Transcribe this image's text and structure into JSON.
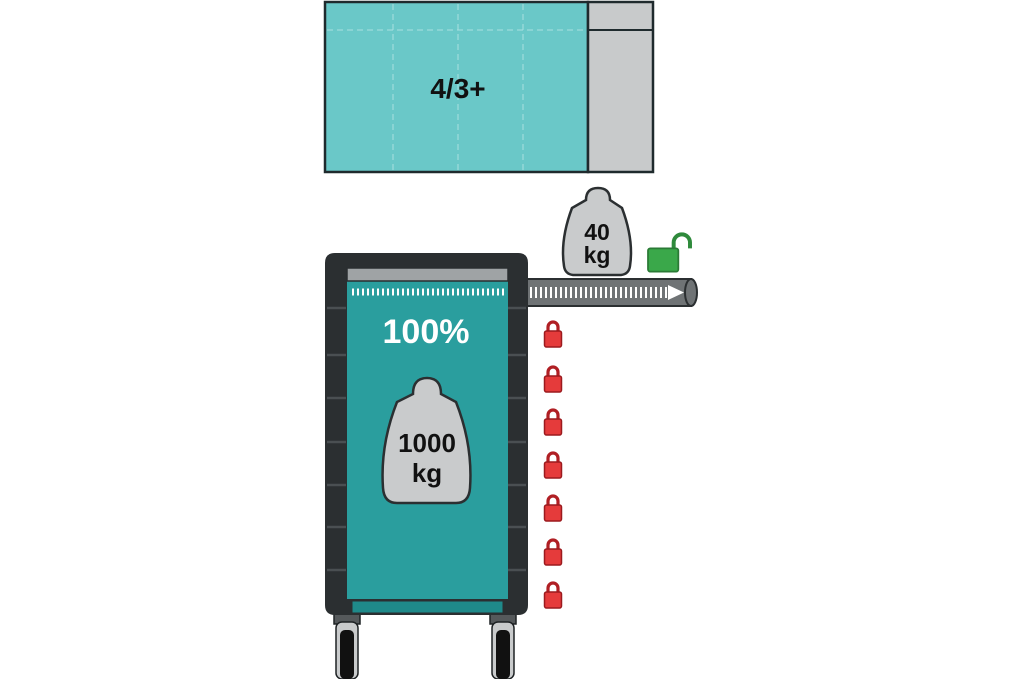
{
  "module_box": {
    "label": "4/3+",
    "fill_color": "#6ac8c8",
    "side_color": "#c8cacb"
  },
  "drawer_weight": {
    "amount": "40",
    "unit": "kg",
    "lock_state": "unlocked",
    "lock_color": "#3aa84a"
  },
  "cabinet": {
    "capacity_label": "100%",
    "weight_amount": "1000",
    "weight_unit": "kg",
    "body_color": "#2a9e9e",
    "frame_color": "#2b2f31"
  },
  "drawer_locks": {
    "count": 7,
    "state": "locked",
    "color": "#e53b3b"
  },
  "icons": [
    "weight-icon",
    "padlock-open-icon",
    "padlock-closed-icon",
    "caster-wheel-icon",
    "arrow-right-icon"
  ]
}
